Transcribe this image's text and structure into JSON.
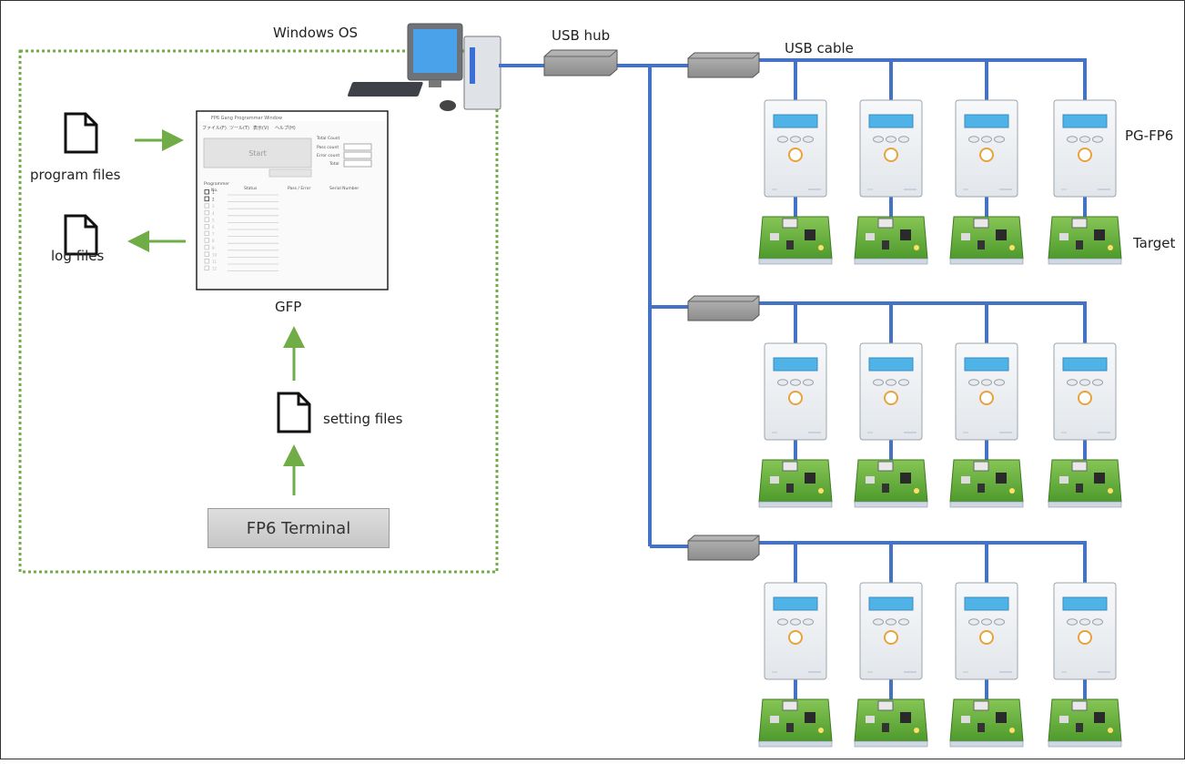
{
  "software": {
    "os_label": "Windows OS",
    "program_files_label": "program files",
    "log_files_label": "log files",
    "gfp_label": "GFP",
    "setting_files_label": "setting files",
    "terminal_button_label": "FP6 Terminal",
    "gfp_window": {
      "title": "FP6 Gang Programmer Window",
      "menu": [
        "ファイル(F)",
        "ツール(T)",
        "表示(V)",
        "ヘルプ(H)"
      ],
      "start_label": "Start",
      "total_count_label": "Total Count",
      "pass_count_label": "Pass count",
      "error_count_label": "Error count",
      "total_label": "Total",
      "programmer_label": "Programmer",
      "col_no": "No.",
      "col_status": "Status",
      "col_pass_error": "Pass / Error",
      "col_serial": "Serial Number",
      "rows": [
        "1",
        "2",
        "3",
        "4",
        "5",
        "6",
        "7",
        "8",
        "9",
        "10",
        "11",
        "12"
      ]
    }
  },
  "hardware": {
    "usb_hub_label": "USB hub",
    "usb_cable_label": "USB cable",
    "programmer_label": "PG-FP6",
    "target_label": "Target",
    "hub_groups": 3,
    "programmers_per_group": 4
  },
  "colors": {
    "cable": "#4472c4",
    "arrow": "#70ad47",
    "os_border": "#70ad47",
    "hub": "#a6a6a6",
    "lcd": "#4fb3e8",
    "pcb": "#6fb33f"
  }
}
